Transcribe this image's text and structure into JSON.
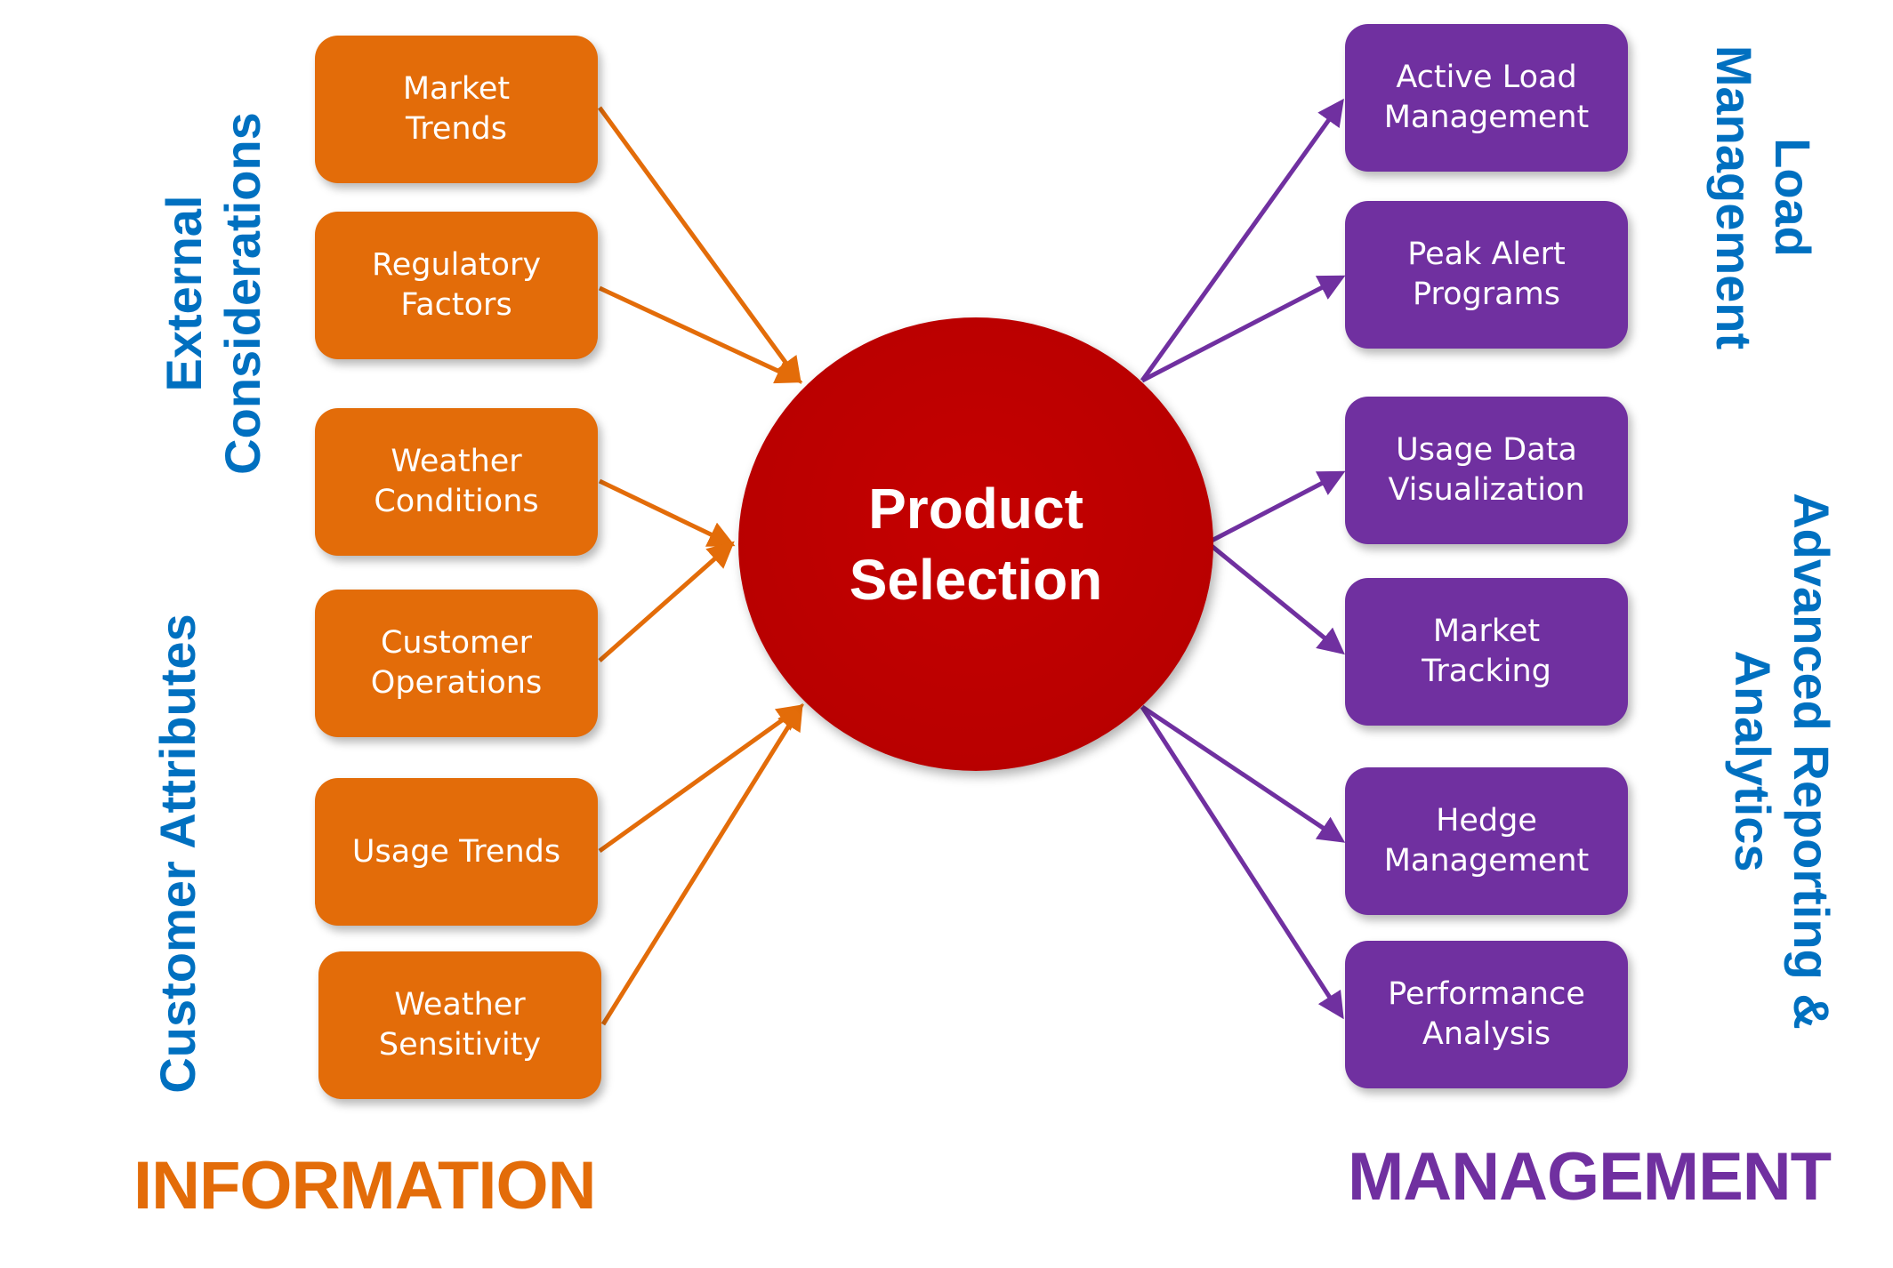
{
  "colors": {
    "information": "#e36c09",
    "management": "#7030a0",
    "hub": "#c00000",
    "category_label": "#0070c0"
  },
  "hub": {
    "line1": "Product",
    "line2": "Selection"
  },
  "information": {
    "label": "INFORMATION",
    "groups": {
      "external": {
        "line1": "External",
        "line2": "Considerations"
      },
      "customer": {
        "line1": "Customer Attributes"
      }
    },
    "items": [
      {
        "line1": "Market",
        "line2": "Trends"
      },
      {
        "line1": "Regulatory",
        "line2": "Factors"
      },
      {
        "line1": "Weather",
        "line2": "Conditions"
      },
      {
        "line1": "Customer",
        "line2": "Operations"
      },
      {
        "line1": "Usage Trends",
        "line2": ""
      },
      {
        "line1": "Weather",
        "line2": "Sensitivity"
      }
    ]
  },
  "management": {
    "label": "MANAGEMENT",
    "groups": {
      "load": {
        "line1": "Load",
        "line2": "Management"
      },
      "analytics": {
        "line1": "Advanced Reporting &",
        "line2": "Analytics"
      }
    },
    "items": [
      {
        "line1": "Active Load",
        "line2": "Management"
      },
      {
        "line1": "Peak Alert",
        "line2": "Programs"
      },
      {
        "line1": "Usage Data",
        "line2": "Visualization"
      },
      {
        "line1": "Market",
        "line2": "Tracking"
      },
      {
        "line1": "Hedge",
        "line2": "Management"
      },
      {
        "line1": "Performance",
        "line2": "Analysis"
      }
    ]
  }
}
